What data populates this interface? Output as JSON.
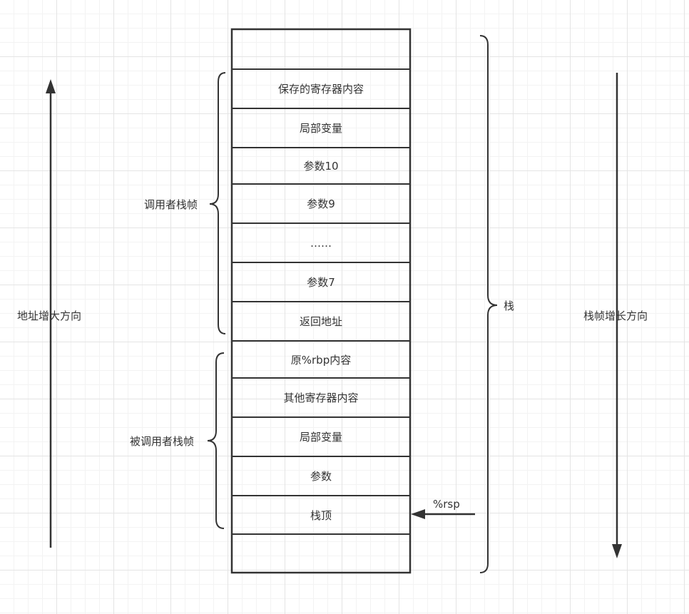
{
  "stack": {
    "cells": [
      "",
      "保存的寄存器内容",
      "局部变量",
      "参数10",
      "参数9",
      "……",
      "参数7",
      "返回地址",
      "原%rbp内容",
      "其他寄存器内容",
      "局部变量",
      "参数",
      "栈顶",
      ""
    ]
  },
  "labels": {
    "address_direction": "地址增大方向",
    "caller_frame": "调用者栈帧",
    "callee_frame": "被调用者栈帧",
    "stack": "栈",
    "growth_direction": "栈帧增长方向",
    "rsp": "%rsp"
  },
  "colors": {
    "stroke": "#333333",
    "text": "#333333"
  }
}
